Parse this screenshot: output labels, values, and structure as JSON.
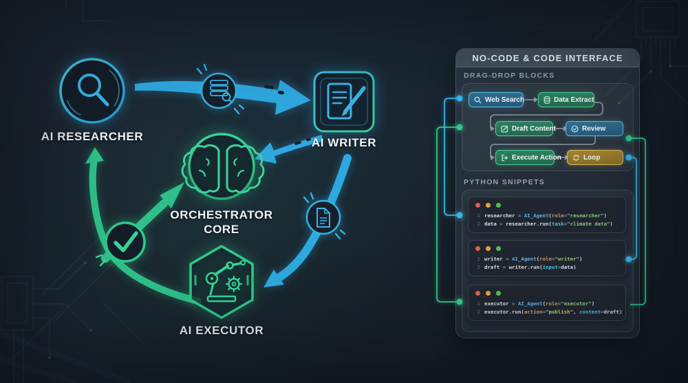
{
  "colors": {
    "background": "#19222c",
    "blue_accent": "#35b6e8",
    "green_accent": "#2fc98c",
    "gold_accent": "#dcbb60",
    "panel_border": "#aabed2",
    "code_string_green": "#8fca7d",
    "code_function_blue": "#5fb0e8"
  },
  "diagram": {
    "researcher_label": "AI RESEARCHER",
    "writer_label": "AI WRITER",
    "orchestrator_label_line1": "ORCHESTRATOR",
    "orchestrator_label_line2": "CORE",
    "executor_label": "AI EXECUTOR"
  },
  "panel": {
    "title": "NO-CODE & CODE INTERFACE",
    "drag_drop": {
      "label": "DRAG-DROP BLOCKS",
      "blocks": [
        {
          "label": "Web Search",
          "icon": "search-icon",
          "style": "blue"
        },
        {
          "label": "Data Extract",
          "icon": "database-icon",
          "style": "green"
        },
        {
          "label": "Draft Content",
          "icon": "edit-icon",
          "style": "green"
        },
        {
          "label": "Review",
          "icon": "check-circle-icon",
          "style": "blue"
        },
        {
          "label": "Execute Action",
          "icon": "run-icon",
          "style": "green"
        },
        {
          "label": "Loop",
          "icon": "loop-icon",
          "style": "gold"
        }
      ]
    },
    "python": {
      "label": "PYTHON SNIPPETS",
      "snippets": [
        {
          "lines": [
            [
              [
                "w",
                "researcher "
              ],
              [
                "g",
                "= "
              ],
              [
                "fn",
                "AI_Agent"
              ],
              [
                "w",
                "("
              ],
              [
                "o",
                "role"
              ],
              [
                "g",
                "="
              ],
              [
                "s",
                "\"researcher\""
              ],
              [
                "w",
                ")"
              ]
            ],
            [
              [
                "w",
                "data "
              ],
              [
                "g",
                "= "
              ],
              [
                "w",
                "researcher.run("
              ],
              [
                "c",
                "task"
              ],
              [
                "g",
                "="
              ],
              [
                "s",
                "\"climate data\""
              ],
              [
                "w",
                ")"
              ]
            ]
          ]
        },
        {
          "lines": [
            [
              [
                "w",
                "writer "
              ],
              [
                "g",
                "= "
              ],
              [
                "fn",
                "AI_Agent"
              ],
              [
                "w",
                "("
              ],
              [
                "o",
                "role"
              ],
              [
                "g",
                "="
              ],
              [
                "s",
                "\"writer\""
              ],
              [
                "w",
                ")"
              ]
            ],
            [
              [
                "w",
                "draft "
              ],
              [
                "g",
                "= "
              ],
              [
                "w",
                "writer.run("
              ],
              [
                "c",
                "input"
              ],
              [
                "g",
                "="
              ],
              [
                "w",
                "data"
              ],
              [
                "w",
                ")"
              ]
            ]
          ]
        },
        {
          "lines": [
            [
              [
                "w",
                "executor "
              ],
              [
                "g",
                "= "
              ],
              [
                "fn",
                "AI_Agent"
              ],
              [
                "w",
                "("
              ],
              [
                "o",
                "role"
              ],
              [
                "g",
                "="
              ],
              [
                "s",
                "\"executor\""
              ],
              [
                "w",
                ")"
              ]
            ],
            [
              [
                "w",
                "executor.run("
              ],
              [
                "o",
                "action"
              ],
              [
                "g",
                "="
              ],
              [
                "y",
                "\"publish\""
              ],
              [
                "w",
                ", "
              ],
              [
                "c",
                "content"
              ],
              [
                "g",
                "="
              ],
              [
                "w",
                "draft"
              ],
              [
                "w",
                ")"
              ]
            ]
          ]
        }
      ]
    }
  }
}
